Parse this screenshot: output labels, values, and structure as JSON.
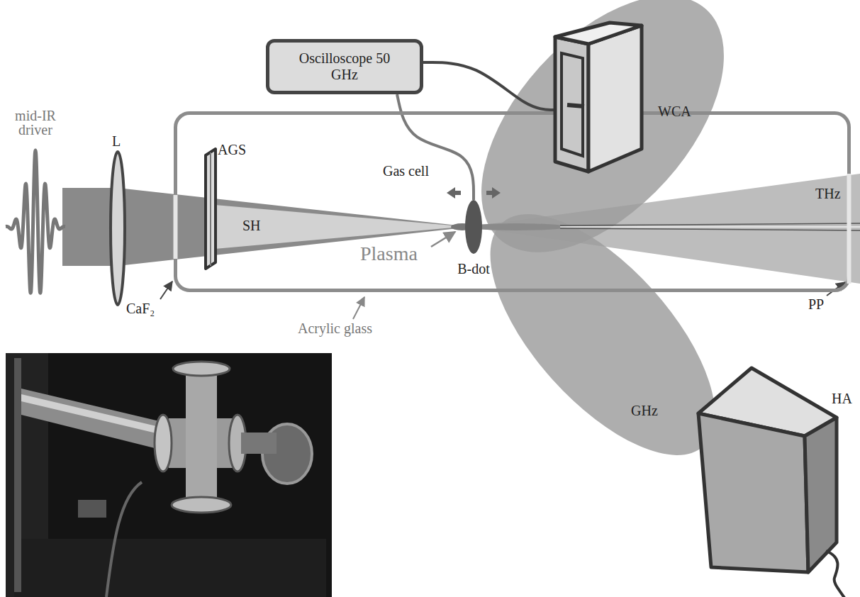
{
  "diagram": {
    "nodes": [
      {
        "text": [
          "Oscilloscope 50 GHz"
        ]
      },
      {
        "text": [
          "WCA"
        ]
      },
      {
        "text": [
          "Gas cell"
        ]
      },
      {
        "text": [
          "B-dot"
        ],
        "in": 2
      },
      {
        "text": [
          "HA"
        ]
      }
    ],
    "edges": [
      {
        "from": 0,
        "to": 1,
        "arrow": "none"
      },
      {
        "from": 0,
        "to": 3,
        "arrow": "none"
      }
    ],
    "labels": [
      "mid-IR driver",
      "L",
      "CaF₂",
      "AGS",
      "SH",
      "Plasma",
      "Acrylic glass",
      "THz",
      "PP",
      "GHz"
    ]
  }
}
